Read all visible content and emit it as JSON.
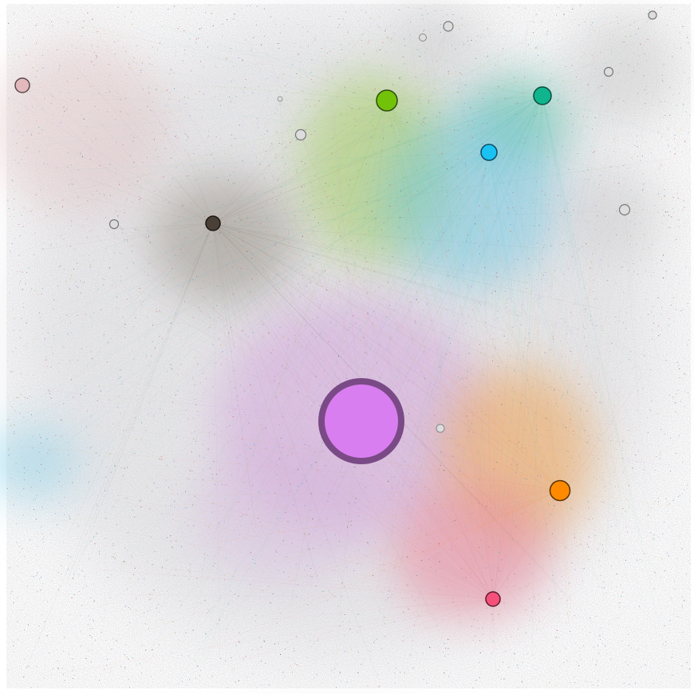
{
  "graph": {
    "background": "#ffffff",
    "hubs": [
      {
        "id": "hub-magenta-large",
        "color": "#d97ef0",
        "ring": "#6a3a78",
        "tier": "dominant"
      },
      {
        "id": "hub-green",
        "color": "#72c20a",
        "tier": "major"
      },
      {
        "id": "hub-teal",
        "color": "#10b58e",
        "tier": "major"
      },
      {
        "id": "hub-cyan",
        "color": "#19c2f2",
        "tier": "major"
      },
      {
        "id": "hub-orange",
        "color": "#ff8a00",
        "tier": "major"
      },
      {
        "id": "hub-pink",
        "color": "#f5507a",
        "tier": "major"
      },
      {
        "id": "hub-dark",
        "color": "#4a4037",
        "tier": "major"
      },
      {
        "id": "hub-rose",
        "color": "#e3b9bd",
        "tier": "minor"
      },
      {
        "id": "hub-grey-1",
        "color": "#dddddd",
        "tier": "minor"
      },
      {
        "id": "hub-grey-2",
        "color": "#dddddd",
        "tier": "minor"
      },
      {
        "id": "hub-grey-3",
        "color": "#dddddd",
        "tier": "minor"
      },
      {
        "id": "hub-grey-4",
        "color": "#dddddd",
        "tier": "minor"
      },
      {
        "id": "hub-grey-5",
        "color": "#dddddd",
        "tier": "minor"
      },
      {
        "id": "hub-grey-6",
        "color": "#dddddd",
        "tier": "minor"
      },
      {
        "id": "hub-grey-7",
        "color": "#dddddd",
        "tier": "minor"
      },
      {
        "id": "hub-grey-8",
        "color": "#dddddd",
        "tier": "minor"
      },
      {
        "id": "hub-grey-9",
        "color": "#dddddd",
        "tier": "minor"
      }
    ],
    "noise_palette": [
      "#4a90c8",
      "#c84a4a",
      "#7ab648",
      "#a070c0",
      "#e0a040",
      "#40b0b0",
      "#555555",
      "#d070a0",
      "#8aa0b0"
    ]
  }
}
